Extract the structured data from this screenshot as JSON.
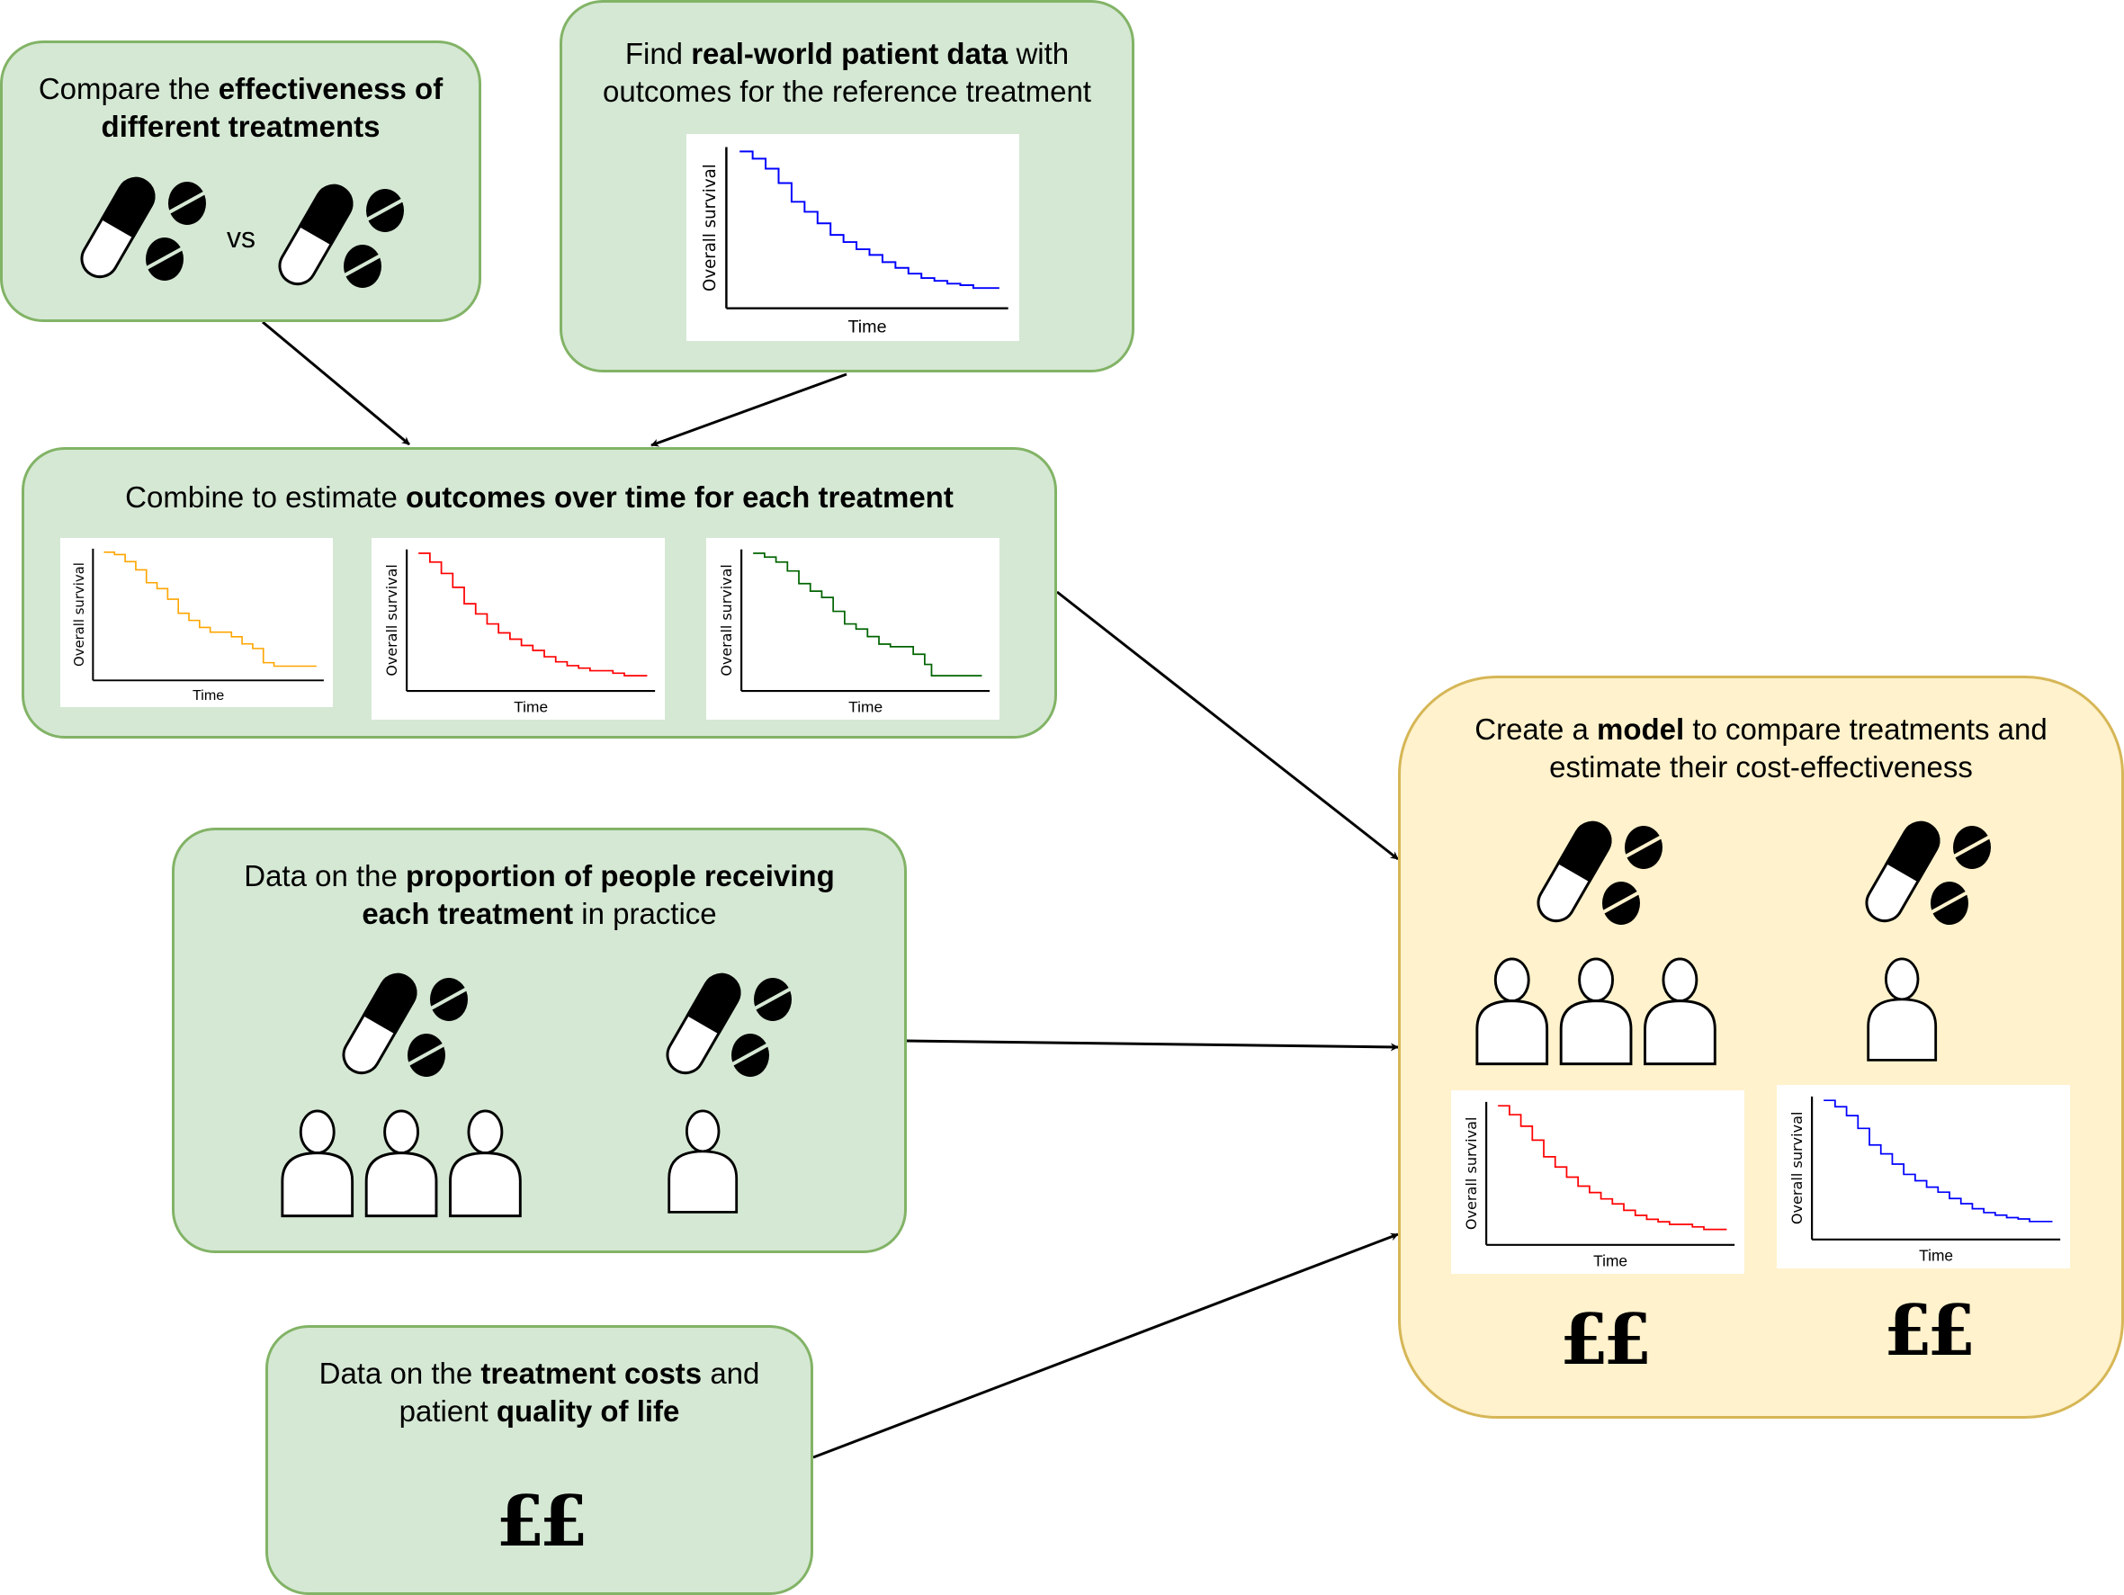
{
  "boxes": {
    "compare": {
      "title_parts": [
        {
          "text": "Compare the ",
          "bold": false
        },
        {
          "text": "effectiveness of different treatments",
          "bold": true
        }
      ],
      "vs_label": "vs",
      "icons": [
        "capsule-and-tablets-icon",
        "capsule-and-tablets-icon"
      ]
    },
    "real_world": {
      "title_parts": [
        {
          "text": "Find ",
          "bold": false
        },
        {
          "text": "real-world patient data",
          "bold": true
        },
        {
          "text": " with outcomes for the reference treatment",
          "bold": false
        }
      ],
      "plot": {
        "ylabel": "Overall survival",
        "xlabel": "Time",
        "color": "#0000ff",
        "curve": "reference"
      }
    },
    "combine": {
      "title_parts": [
        {
          "text": "Combine to estimate ",
          "bold": false
        },
        {
          "text": "outcomes over time for each treatment",
          "bold": true
        }
      ],
      "plots": [
        {
          "ylabel": "Overall survival",
          "xlabel": "Time",
          "color": "#ffa500",
          "curve": "orange"
        },
        {
          "ylabel": "Overall survival",
          "xlabel": "Time",
          "color": "#ff0000",
          "curve": "red"
        },
        {
          "ylabel": "Overall survival",
          "xlabel": "Time",
          "color": "#006400",
          "curve": "green"
        }
      ]
    },
    "proportion": {
      "title_parts": [
        {
          "text": "Data on the ",
          "bold": false
        },
        {
          "text": "proportion of people receiving each treatment",
          "bold": true
        },
        {
          "text": " in practice",
          "bold": false
        }
      ],
      "groups": [
        {
          "people_count": 3
        },
        {
          "people_count": 1
        }
      ]
    },
    "costs": {
      "title_parts": [
        {
          "text": "Data on the ",
          "bold": false
        },
        {
          "text": "treatment costs",
          "bold": true
        },
        {
          "text": " and patient ",
          "bold": false
        },
        {
          "text": "quality of life",
          "bold": true
        }
      ],
      "money_symbol": "££"
    },
    "model": {
      "title_parts": [
        {
          "text": "Create a ",
          "bold": false
        },
        {
          "text": "model",
          "bold": true
        },
        {
          "text": " to compare treatments and estimate their cost-effectiveness",
          "bold": false
        }
      ],
      "groups": [
        {
          "people_count": 3,
          "plot": {
            "ylabel": "Overall survival",
            "xlabel": "Time",
            "color": "#ff0000",
            "curve": "red"
          },
          "money_symbol": "££"
        },
        {
          "people_count": 1,
          "plot": {
            "ylabel": "Overall survival",
            "xlabel": "Time",
            "color": "#0000ff",
            "curve": "reference"
          },
          "money_symbol": "££"
        }
      ]
    }
  },
  "colors": {
    "input_fill": "#d5e8d4",
    "input_border": "#82b366",
    "model_fill": "#fff2cc",
    "model_border": "#d6b656"
  },
  "edges": [
    {
      "from": "compare",
      "to": "combine"
    },
    {
      "from": "real_world",
      "to": "combine"
    },
    {
      "from": "combine",
      "to": "model"
    },
    {
      "from": "proportion",
      "to": "model"
    },
    {
      "from": "costs",
      "to": "model"
    }
  ]
}
